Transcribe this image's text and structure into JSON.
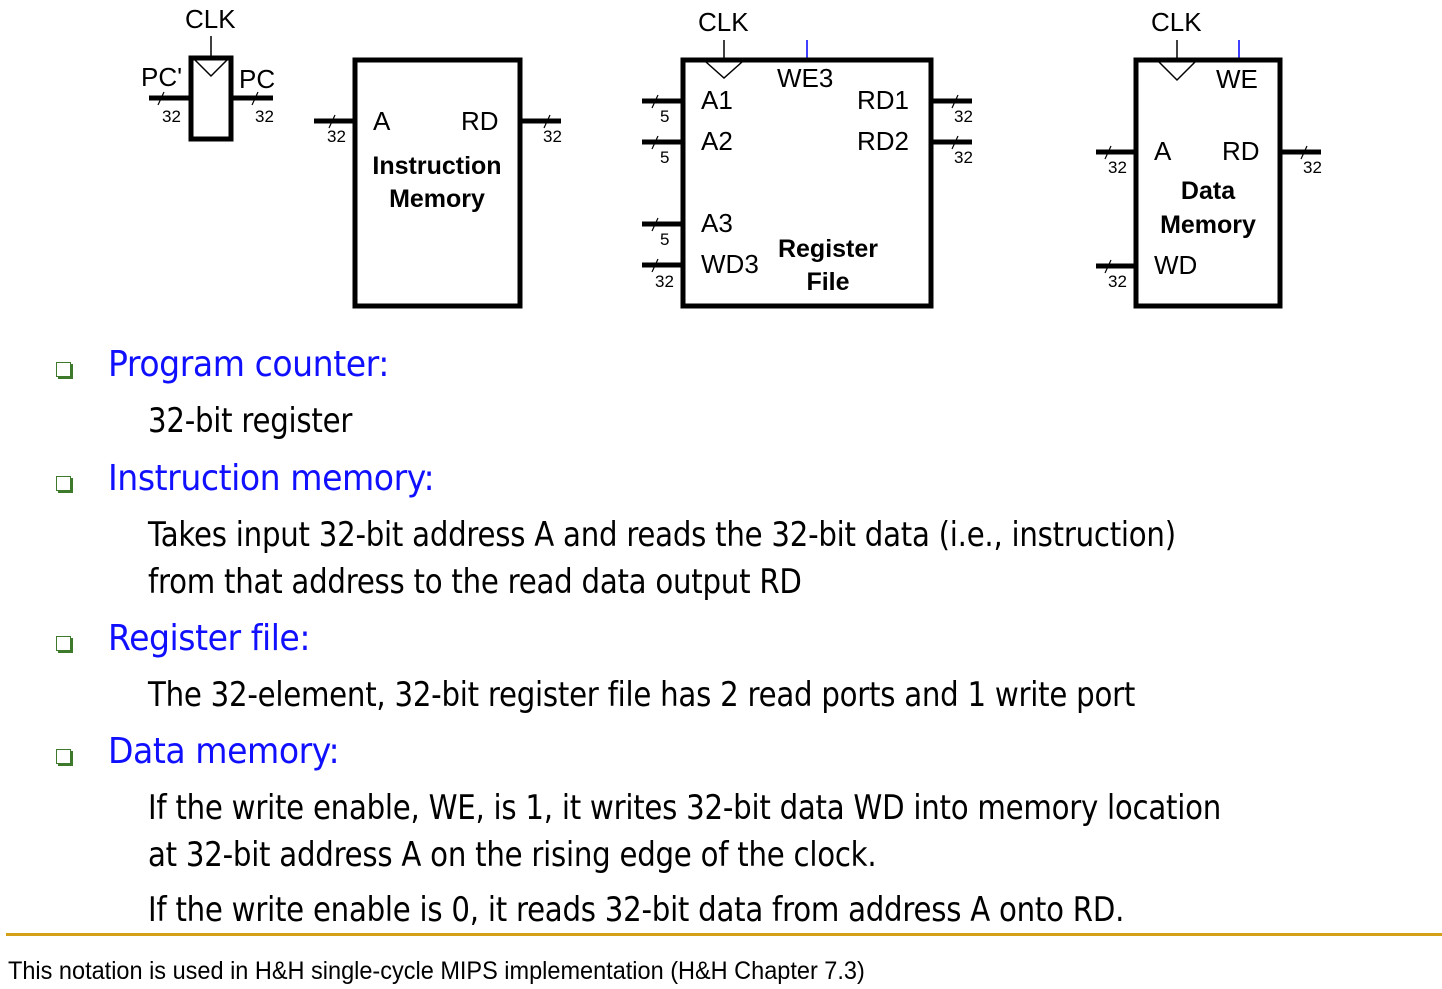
{
  "diagram": {
    "pc_register": {
      "clk": "CLK",
      "input_label": "PC'",
      "output_label": "PC",
      "input_width": "32",
      "output_width": "32"
    },
    "instruction_memory": {
      "title_line1": "Instruction",
      "title_line2": "Memory",
      "port_a": "A",
      "port_rd": "RD",
      "a_width": "32",
      "rd_width": "32"
    },
    "register_file": {
      "clk": "CLK",
      "title_line1": "Register",
      "title_line2": "File",
      "we": "WE3",
      "a1": "A1",
      "a2": "A2",
      "a3": "A3",
      "wd3": "WD3",
      "rd1": "RD1",
      "rd2": "RD2",
      "a1_width": "5",
      "a2_width": "5",
      "a3_width": "5",
      "wd3_width": "32",
      "rd1_width": "32",
      "rd2_width": "32"
    },
    "data_memory": {
      "clk": "CLK",
      "title_line1": "Data",
      "title_line2": "Memory",
      "we": "WE",
      "port_a": "A",
      "port_rd": "RD",
      "port_wd": "WD",
      "a_width": "32",
      "rd_width": "32",
      "wd_width": "32"
    },
    "colors": {
      "wire": "#000000",
      "we_line": "#0000ff"
    }
  },
  "bullets": [
    {
      "heading": "Program counter:",
      "lines": [
        "32-bit register"
      ]
    },
    {
      "heading": "Instruction memory:",
      "lines": [
        "Takes input 32-bit address A and reads the 32-bit data (i.e., instruction)",
        "from that address to the read data output RD"
      ]
    },
    {
      "heading": "Register file:",
      "lines": [
        "The 32-element, 32-bit register file has 2 read ports and 1 write port"
      ]
    },
    {
      "heading": "Data memory:",
      "lines": [
        "If the write enable, WE, is 1, it writes 32-bit data WD into memory location",
        "at 32-bit address A on the rising edge of the clock.",
        "If the write enable is 0, it reads 32-bit data from address A onto RD."
      ]
    }
  ],
  "footer": "This notation is used in H&H single-cycle MIPS implementation (H&H Chapter 7.3)",
  "colors": {
    "heading": "#1010ff",
    "body": "#000000",
    "rule": "#d4a017",
    "bullet": "#3e7a2c"
  }
}
